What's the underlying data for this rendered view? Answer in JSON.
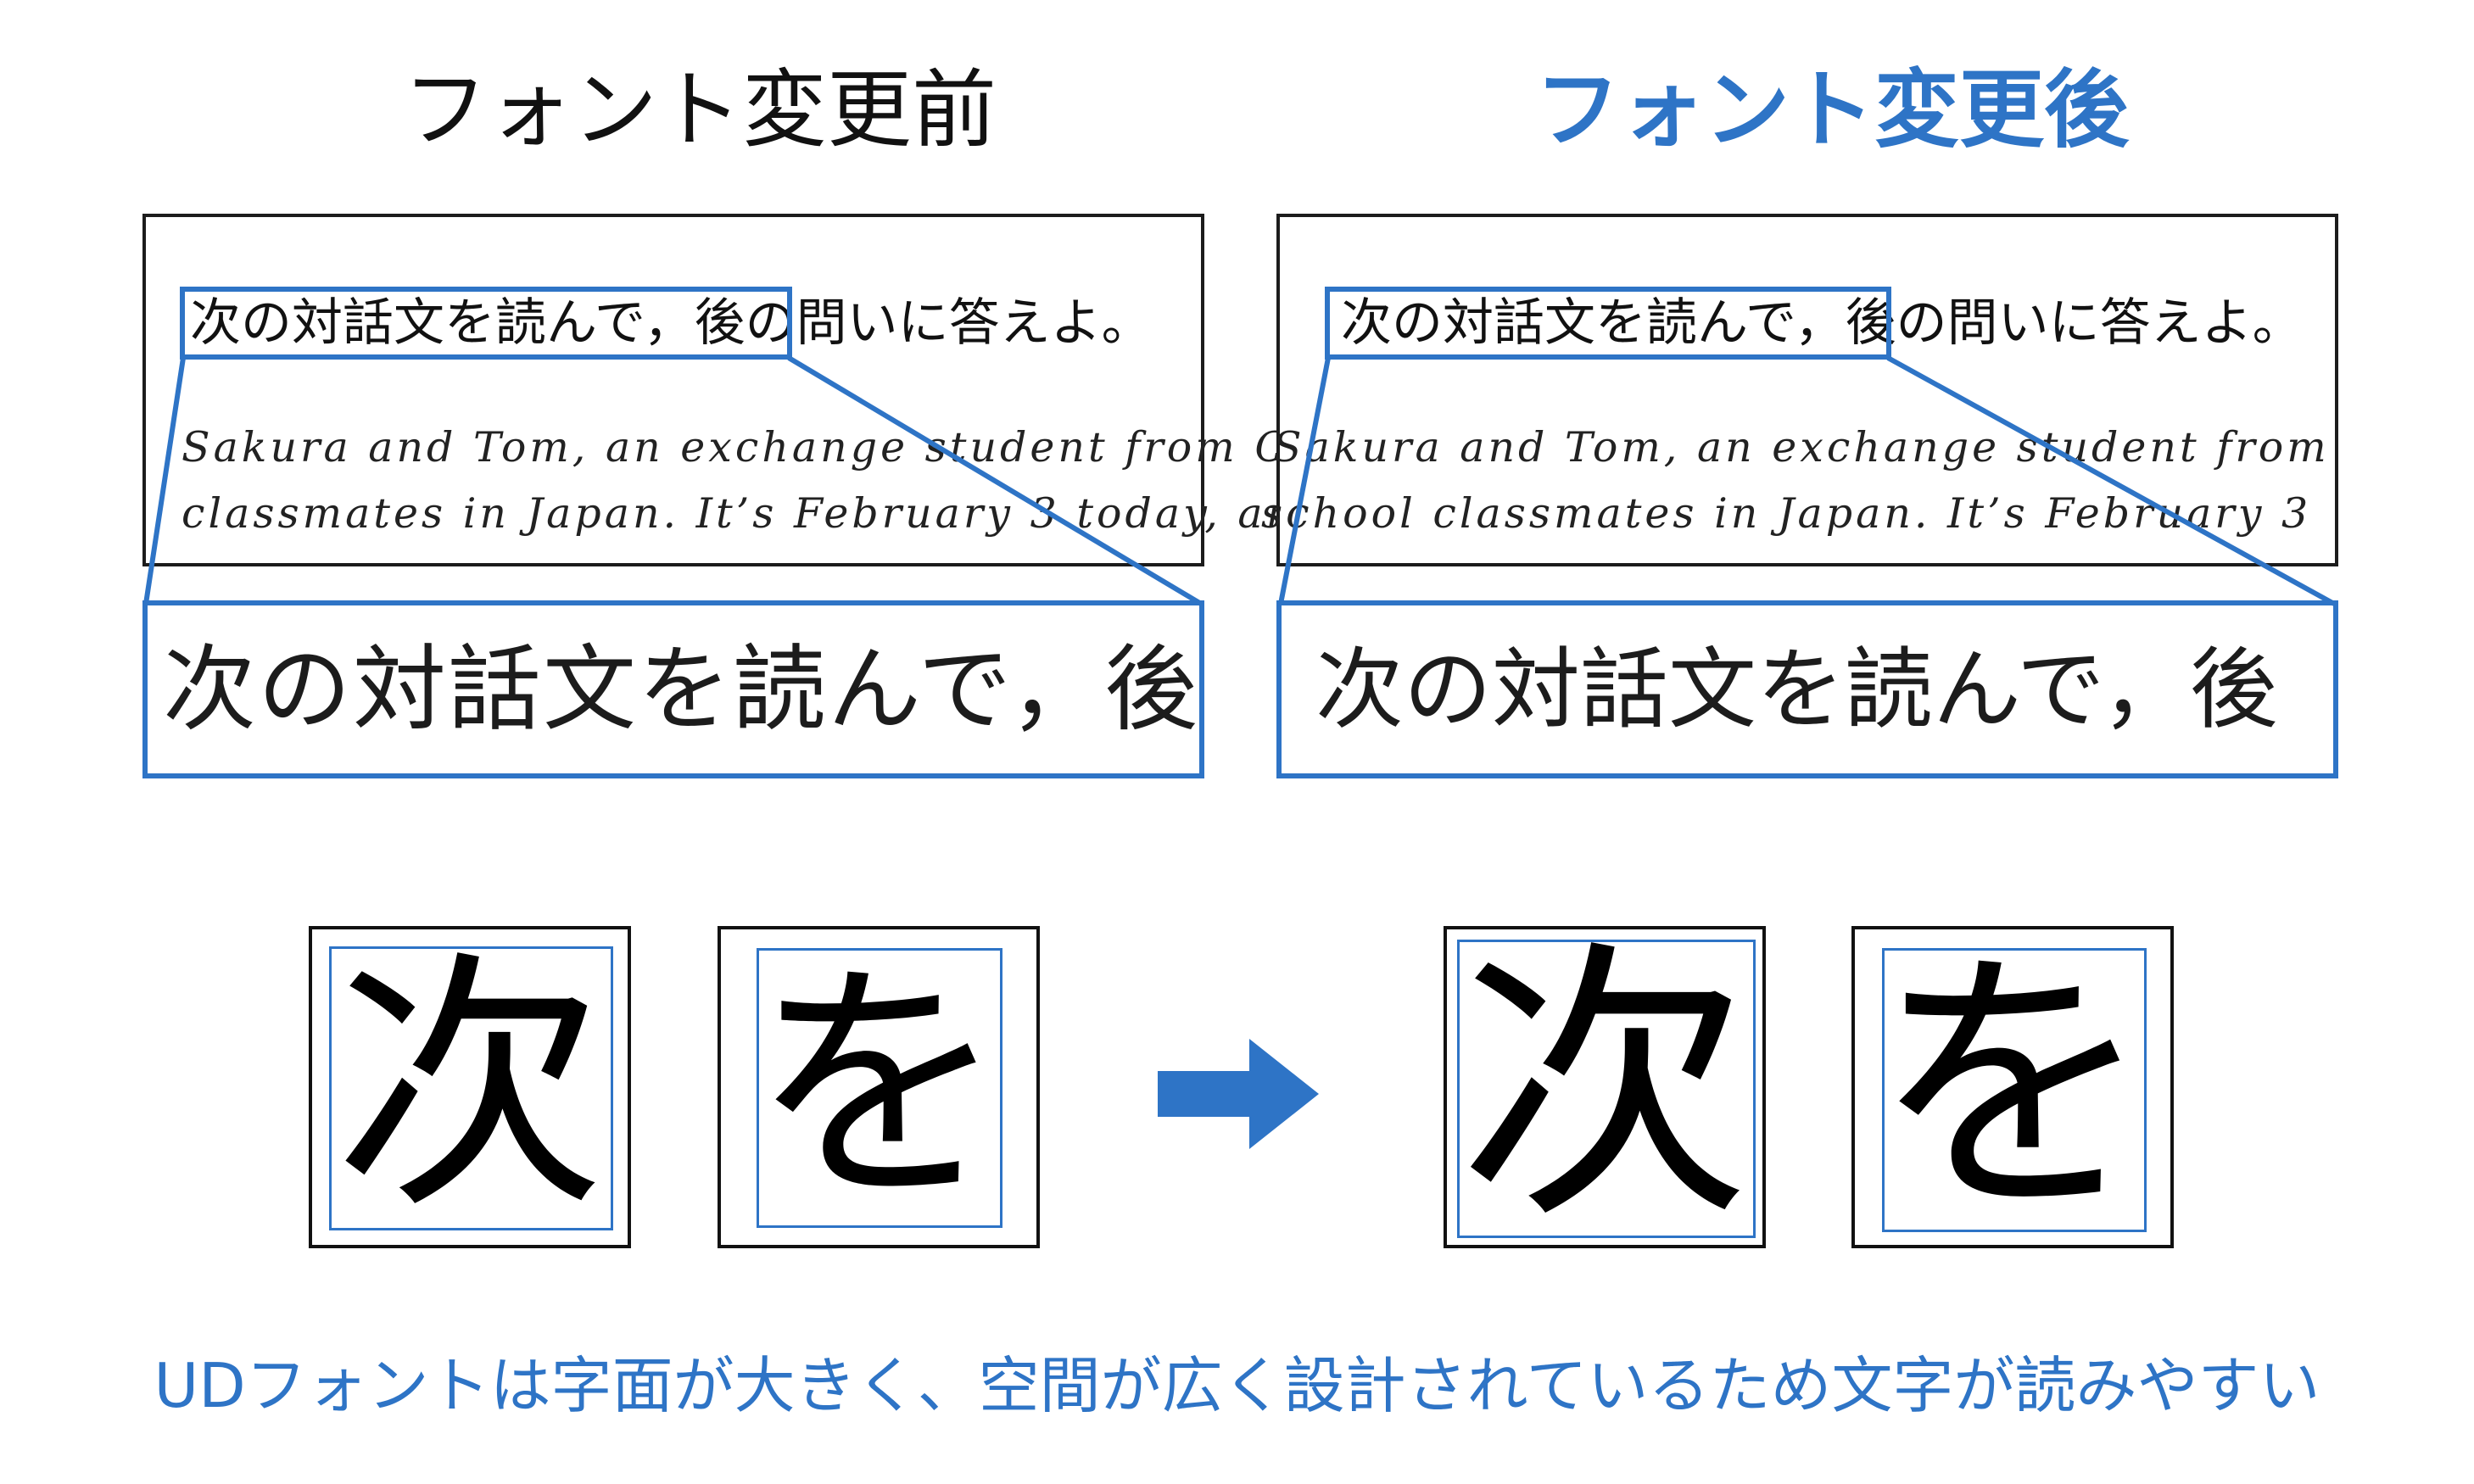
{
  "titles": {
    "before": "フォント変更前",
    "after": "フォント変更後"
  },
  "sample": {
    "jp_before": "次の対話文を読んで，後の問いに答えよ。",
    "jp_after": "次の対話文を読んで，後の問いに答えよ。",
    "en_line1_before": "Sakura and Tom, an exchange student from C",
    "en_line2_before": "classmates in Japan. It’s February 3 today, and",
    "en_line1_after": "Sakura and Tom, an exchange student from",
    "en_line2_after": "school classmates in Japan. It’s February 3"
  },
  "zoom": {
    "before": "次の対話文を読んで，後",
    "after": "次の対話文を読んで，後"
  },
  "glyphs": {
    "before_1": "次",
    "before_2": "を",
    "after_1": "次",
    "after_2": "を"
  },
  "caption": "UDフォントは字面が大きく、空間が広く設計されているため文字が読みやすい",
  "colors": {
    "accent": "#2e74c6",
    "border": "#1c1c1c",
    "text": "#111111"
  },
  "icons": {
    "arrow": "arrow-right-icon"
  }
}
